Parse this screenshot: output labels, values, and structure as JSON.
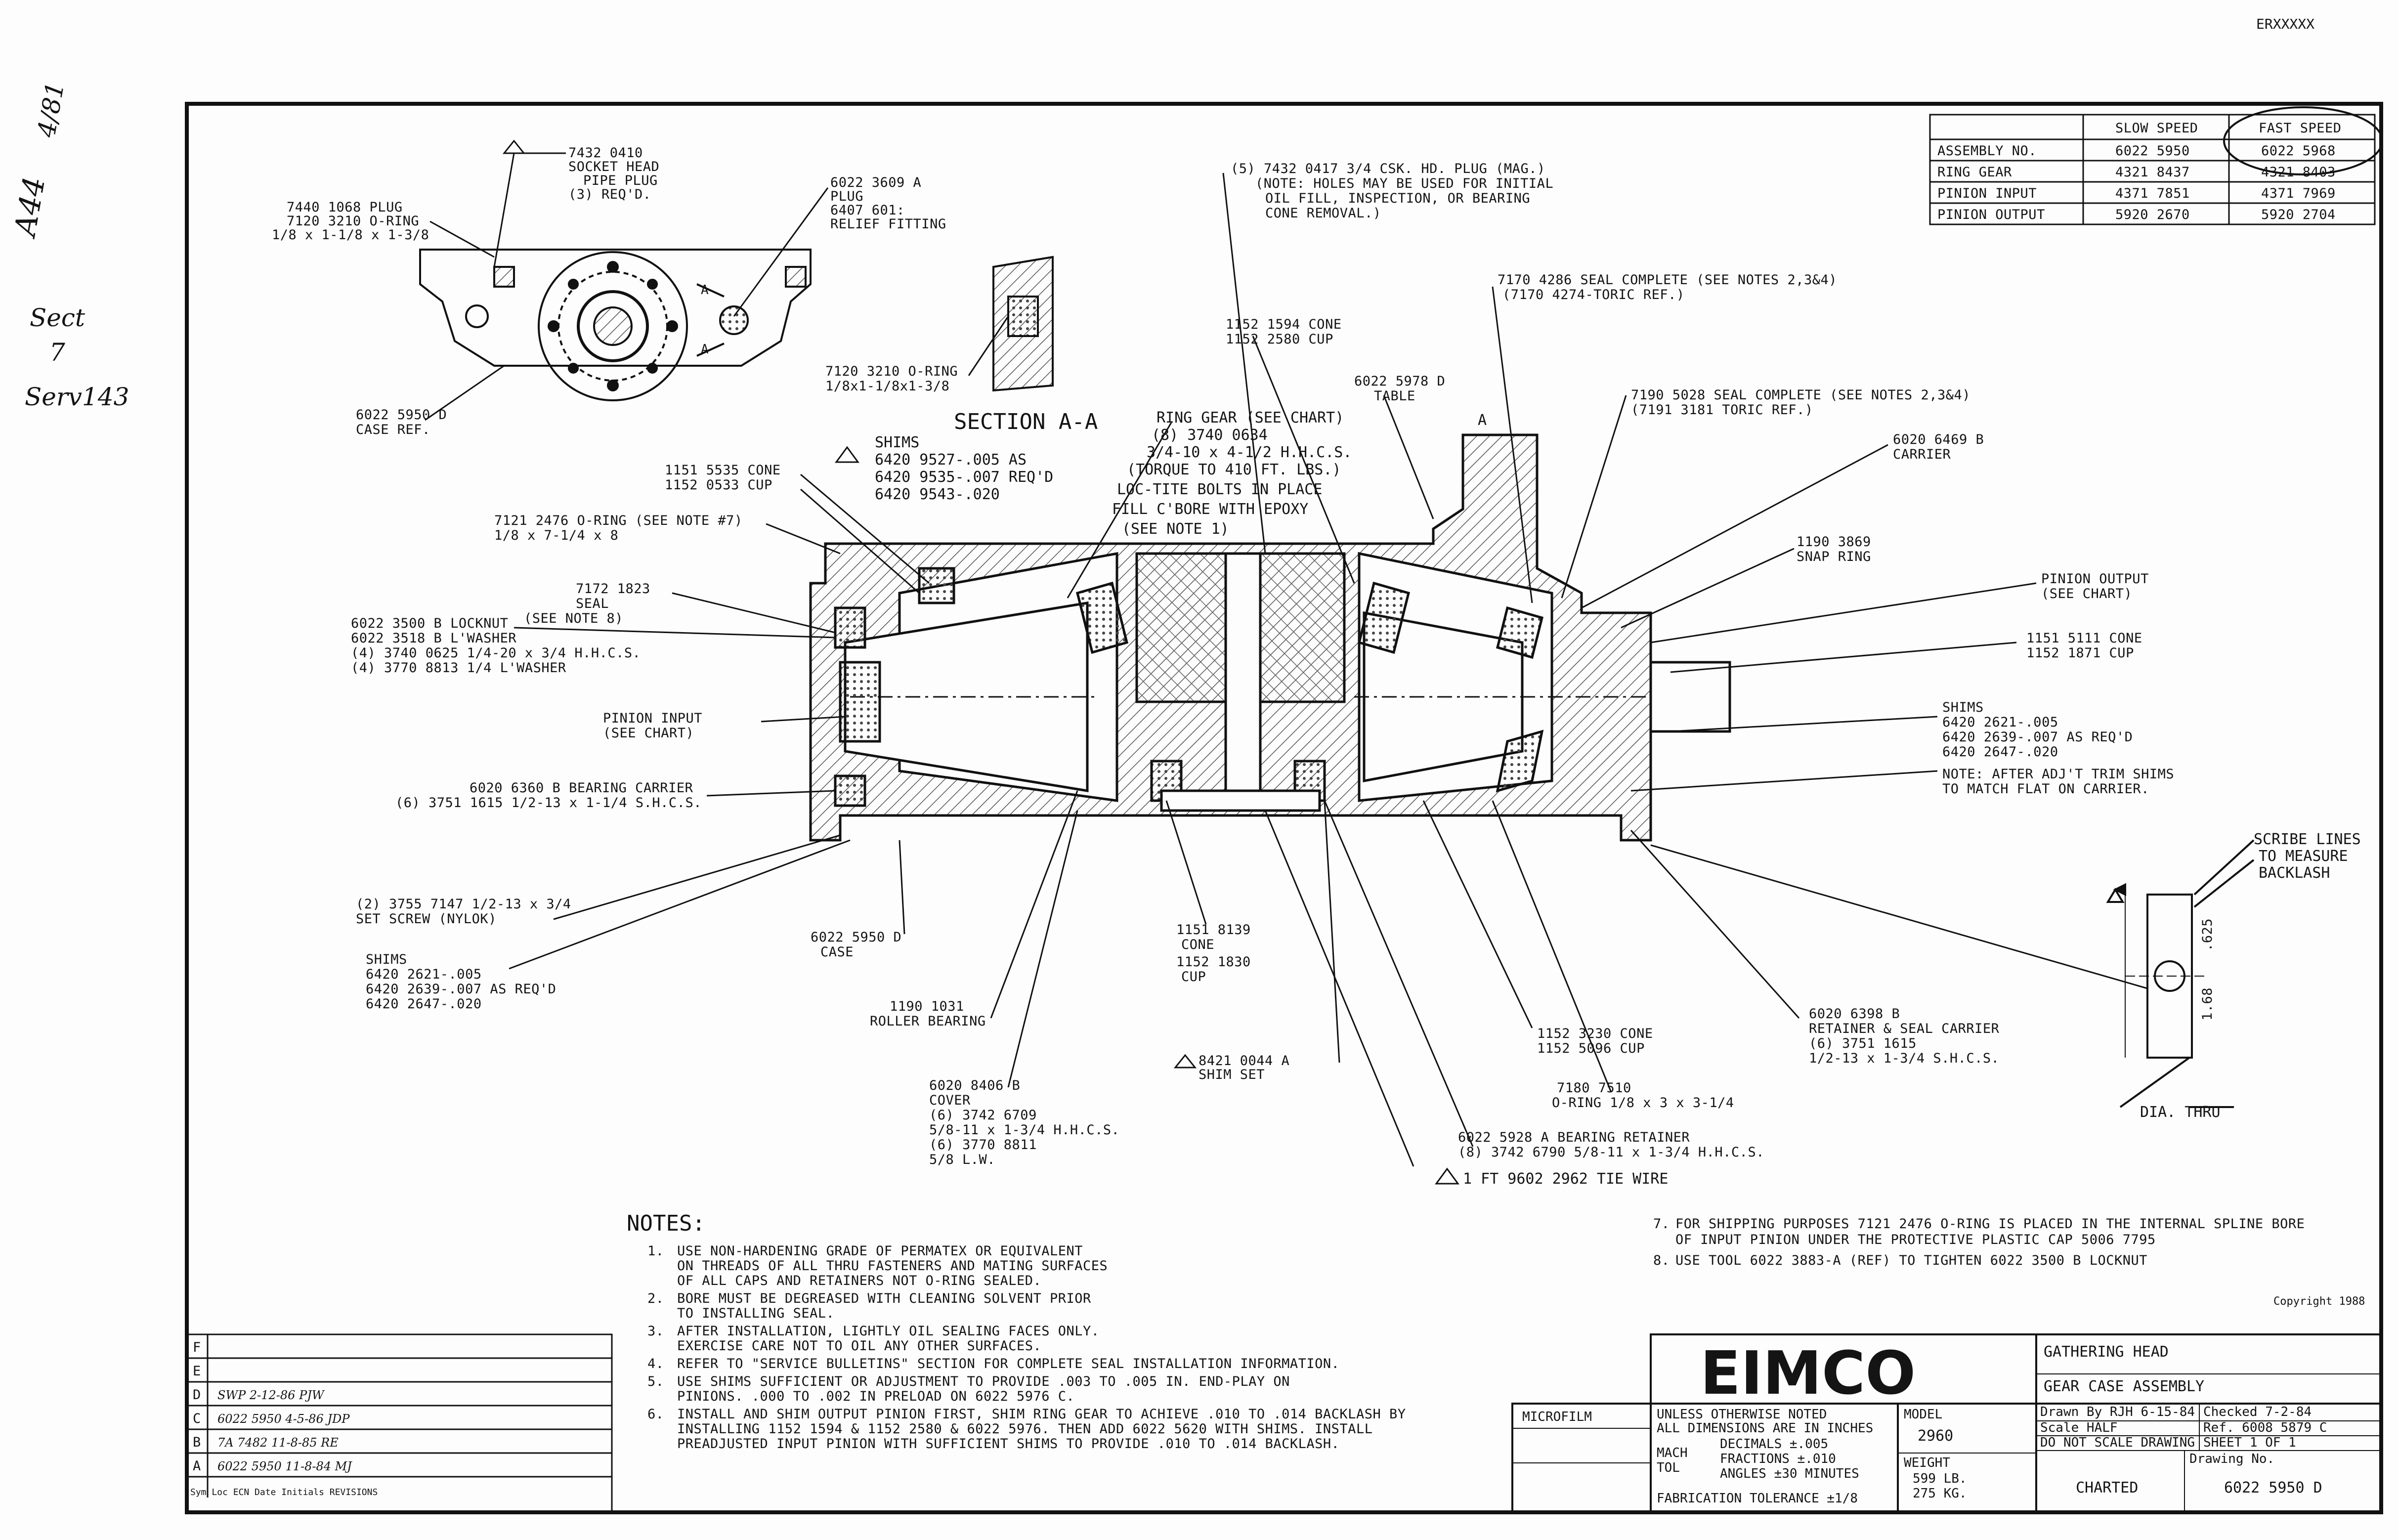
{
  "doc_code": "ERXXXXX",
  "margin_notes": [
    "A44",
    "4/81",
    "Sect",
    "7",
    "Serv143"
  ],
  "section_title": "SECTION A-A",
  "labels": {
    "plug_7432": [
      "7432 0410",
      "SOCKET HEAD",
      "PIPE PLUG",
      "(3) REQ'D."
    ],
    "plug_7440": [
      "7440 1068  PLUG",
      "7120 3210 O-RING",
      "1/8 x 1-1/8 x 1-3/8"
    ],
    "relief": [
      "6022 3609 A",
      "PLUG",
      "6407 601:",
      "RELIEF FITTING"
    ],
    "case_ref": [
      "6022 5950 D",
      "CASE REF."
    ],
    "oring_7120": [
      "7120 3210 O-RING",
      "1/8x1-1/8x1-3/8"
    ],
    "drain_plug": [
      "(5) 7432 0417 3/4 CSK. HD. PLUG (MAG.)",
      "(NOTE: HOLES MAY BE USED FOR INITIAL",
      "OIL FILL, INSPECTION, OR BEARING",
      "CONE REMOVAL.)"
    ],
    "cone_1152": [
      "1152 1594 CONE",
      "1152 2580 CUP"
    ],
    "table": [
      "6022 5978 D",
      "TABLE"
    ],
    "seal_7170": [
      "7170 4286 SEAL COMPLETE (SEE NOTES 2,3&4)",
      "(7170 4274-TORIC REF.)"
    ],
    "seal_7190": [
      "7190 5028 SEAL COMPLETE (SEE NOTES 2,3&4)",
      "(7191 3181 TORIC REF.)"
    ],
    "carrier": [
      "6020 6469 B",
      "CARRIER"
    ],
    "shims_6420": [
      "SHIMS",
      "6420 9527-.005  AS",
      "6420 9535-.007 REQ'D",
      "6420 9543-.020"
    ],
    "ring_gear": [
      "RING GEAR (SEE CHART)",
      "(8) 3740 0634",
      "3/4-10 x 4-1/2 H.H.C.S.",
      "(TORQUE TO 410 FT. LBS.)",
      "LOC-TITE BOLTS IN PLACE",
      "FILL C'BORE WITH EPOXY",
      "(SEE NOTE 1)"
    ],
    "cone_1151": [
      "1151 5535 CONE",
      "1152 0533 CUP"
    ],
    "oring_7121": [
      "7121 2476 O-RING (SEE NOTE #7)",
      "1/8 x 7-1/4 x 8"
    ],
    "snap_ring": [
      "1190 3869",
      "SNAP RING"
    ],
    "pinion_out": [
      "PINION OUTPUT",
      "(SEE CHART)"
    ],
    "cone_5111": [
      "1151 5111 CONE",
      "1152 1871 CUP"
    ],
    "seal_7172": [
      "7172 1823",
      "SEAL",
      "(SEE NOTE 8)"
    ],
    "locknut": [
      "6022 3500 B LOCKNUT",
      "6022 3518 B L'WASHER",
      "(4) 3740 0625 1/4-20 x 3/4 H.H.C.S.",
      "(4) 3770 8813 1/4 L'WASHER"
    ],
    "pinion_in": [
      "PINION INPUT",
      "(SEE CHART)"
    ],
    "shims_right": [
      "SHIMS",
      "6420 2621-.005",
      "6420 2639-.007 AS REQ'D",
      "6420 2647-.020"
    ],
    "adj_note": [
      "NOTE: AFTER ADJ'T TRIM SHIMS",
      "TO MATCH FLAT ON CARRIER."
    ],
    "bearing_carrier": [
      "6020 6360 B BEARING CARRIER",
      "(6) 3751 1615 1/2-13 x 1-1/4 S.H.C.S."
    ],
    "set_screw": [
      "(2) 3755 7147 1/2-13 x 3/4",
      "SET SCREW (NYLOK)"
    ],
    "shims_left": [
      "SHIMS",
      "6420 2621-.005",
      "6420 2639-.007  AS REQ'D",
      "6420 2647-.020"
    ],
    "case_d": [
      "6022 5950 D",
      "CASE"
    ],
    "roller": [
      "1190 1031",
      "ROLLER BEARING"
    ],
    "cone_8139": [
      "1151 8139",
      "CONE",
      "1152 1830",
      "CUP"
    ],
    "shim_set": [
      "8421 0044 A",
      "SHIM SET"
    ],
    "cover": [
      "6020 8406 B",
      "COVER",
      "(6) 3742 6709",
      "5/8-11 x 1-3/4 H.H.C.S.",
      "(6) 3770 8811",
      "5/8 L.W."
    ],
    "cone_3230": [
      "1152 3230 CONE",
      "1152 5096 CUP"
    ],
    "oring_7180": [
      "7180 7510",
      "O-RING 1/8 x 3 x 3-1/4"
    ],
    "bearing_retainer": [
      "6022 5928 A BEARING RETAINER",
      "(8) 3742 6790 5/8-11 x 1-3/4 H.H.C.S.",
      "1 FT 9602 2962 TIE WIRE"
    ],
    "retainer_seal": [
      "6020 6398 B",
      "RETAINER & SEAL CARRIER",
      "(6) 3751 1615",
      "1/2-13 x 1-3/4 S.H.C.S."
    ],
    "scribe": [
      "SCRIBE LINES",
      "TO MEASURE",
      "BACKLASH"
    ],
    "dia_thru": "DIA. THRU",
    "dim_a": ".625",
    "dim_b": "1.68"
  },
  "chart": {
    "headers": [
      "",
      "SLOW SPEED",
      "FAST SPEED"
    ],
    "rows": [
      [
        "ASSEMBLY NO.",
        "6022 5950",
        "6022 5968"
      ],
      [
        "RING GEAR",
        "4321 8437",
        "4321 8403"
      ],
      [
        "PINION INPUT",
        "4371 7851",
        "4371 7969"
      ],
      [
        "PINION OUTPUT",
        "5920 2670",
        "5920 2704"
      ]
    ]
  },
  "notes_title": "NOTES:",
  "notes": [
    [
      "1.",
      "USE NON-HARDENING GRADE OF PERMATEX OR EQUIVALENT",
      "ON THREADS OF ALL THRU FASTENERS AND MATING SURFACES",
      "OF ALL CAPS AND RETAINERS NOT O-RING SEALED."
    ],
    [
      "2.",
      "BORE MUST BE DEGREASED WITH CLEANING SOLVENT PRIOR",
      "TO INSTALLING SEAL."
    ],
    [
      "3.",
      "AFTER INSTALLATION, LIGHTLY OIL SEALING FACES ONLY.",
      "EXERCISE CARE NOT TO OIL ANY OTHER SURFACES."
    ],
    [
      "4.",
      "REFER TO \"SERVICE BULLETINS\" SECTION FOR COMPLETE SEAL INSTALLATION INFORMATION."
    ],
    [
      "5.",
      "USE SHIMS SUFFICIENT OR ADJUSTMENT TO PROVIDE .003 TO .005 IN. END-PLAY ON",
      "PINIONS. .000 TO .002 IN PRELOAD ON 6022 5976 C."
    ],
    [
      "6.",
      "INSTALL AND SHIM OUTPUT PINION FIRST, SHIM RING GEAR TO ACHIEVE .010 TO .014 BACKLASH BY",
      "INSTALLING 1152 1594 & 1152 2580 & 6022 5976. THEN ADD 6022 5620 WITH SHIMS. INSTALL",
      "PREADJUSTED INPUT PINION WITH SUFFICIENT SHIMS TO PROVIDE .010 TO .014 BACKLASH."
    ]
  ],
  "notes_right": [
    [
      "7.",
      "FOR SHIPPING PURPOSES 7121 2476 O-RING IS PLACED IN THE INTERNAL SPLINE BORE",
      "OF INPUT PINION UNDER THE PROTECTIVE PLASTIC CAP 5006 7795"
    ],
    [
      "8.",
      "USE TOOL 6022 3883-A (REF) TO TIGHTEN 6022 3500 B LOCKNUT"
    ]
  ],
  "copyright": "Copyright 1988",
  "eimco": "EIMCO",
  "titleblock": {
    "title1": "GATHERING HEAD",
    "title2": "GEAR CASE ASSEMBLY",
    "unless": "UNLESS OTHERWISE NOTED",
    "all_dims": "ALL DIMENSIONS ARE IN INCHES",
    "decimals": "DECIMALS ±.005",
    "fractions": "FRACTIONS ±.010",
    "angles": "ANGLES ±30 MINUTES",
    "mach": "MACH",
    "tol": "TOL",
    "fab": "FABRICATION TOLERANCE ±1/8",
    "model_label": "MODEL",
    "model": "2960",
    "weight_label": "WEIGHT",
    "weight": [
      "599 LB.",
      "275 KG."
    ],
    "microfilm": "MICROFILM",
    "drawn": "Drawn By  RJH  6-15-84",
    "checked": "Checked  7-2-84",
    "scale": "Scale  HALF",
    "ref": "Ref. 6008 5879 C",
    "do_not_scale": "DO NOT SCALE DRAWING",
    "sheet": "SHEET  1  OF  1",
    "charted": "CHARTED",
    "drawing_no_label": "Drawing No.",
    "drawing_no": "6022 5950 D"
  },
  "revisions": {
    "rows": [
      [
        "F",
        ""
      ],
      [
        "E",
        ""
      ],
      [
        "D",
        "SWP  2-12-86  PJW"
      ],
      [
        "C",
        "6022 5950 4-5-86 JDP"
      ],
      [
        "B",
        "7A 7482  11-8-85 RE"
      ],
      [
        "A",
        "6022 5950  11-8-84 MJ"
      ]
    ],
    "footer": [
      "Sym",
      "Loc",
      "ECN",
      "Date",
      "Initials",
      "REVISIONS"
    ]
  }
}
